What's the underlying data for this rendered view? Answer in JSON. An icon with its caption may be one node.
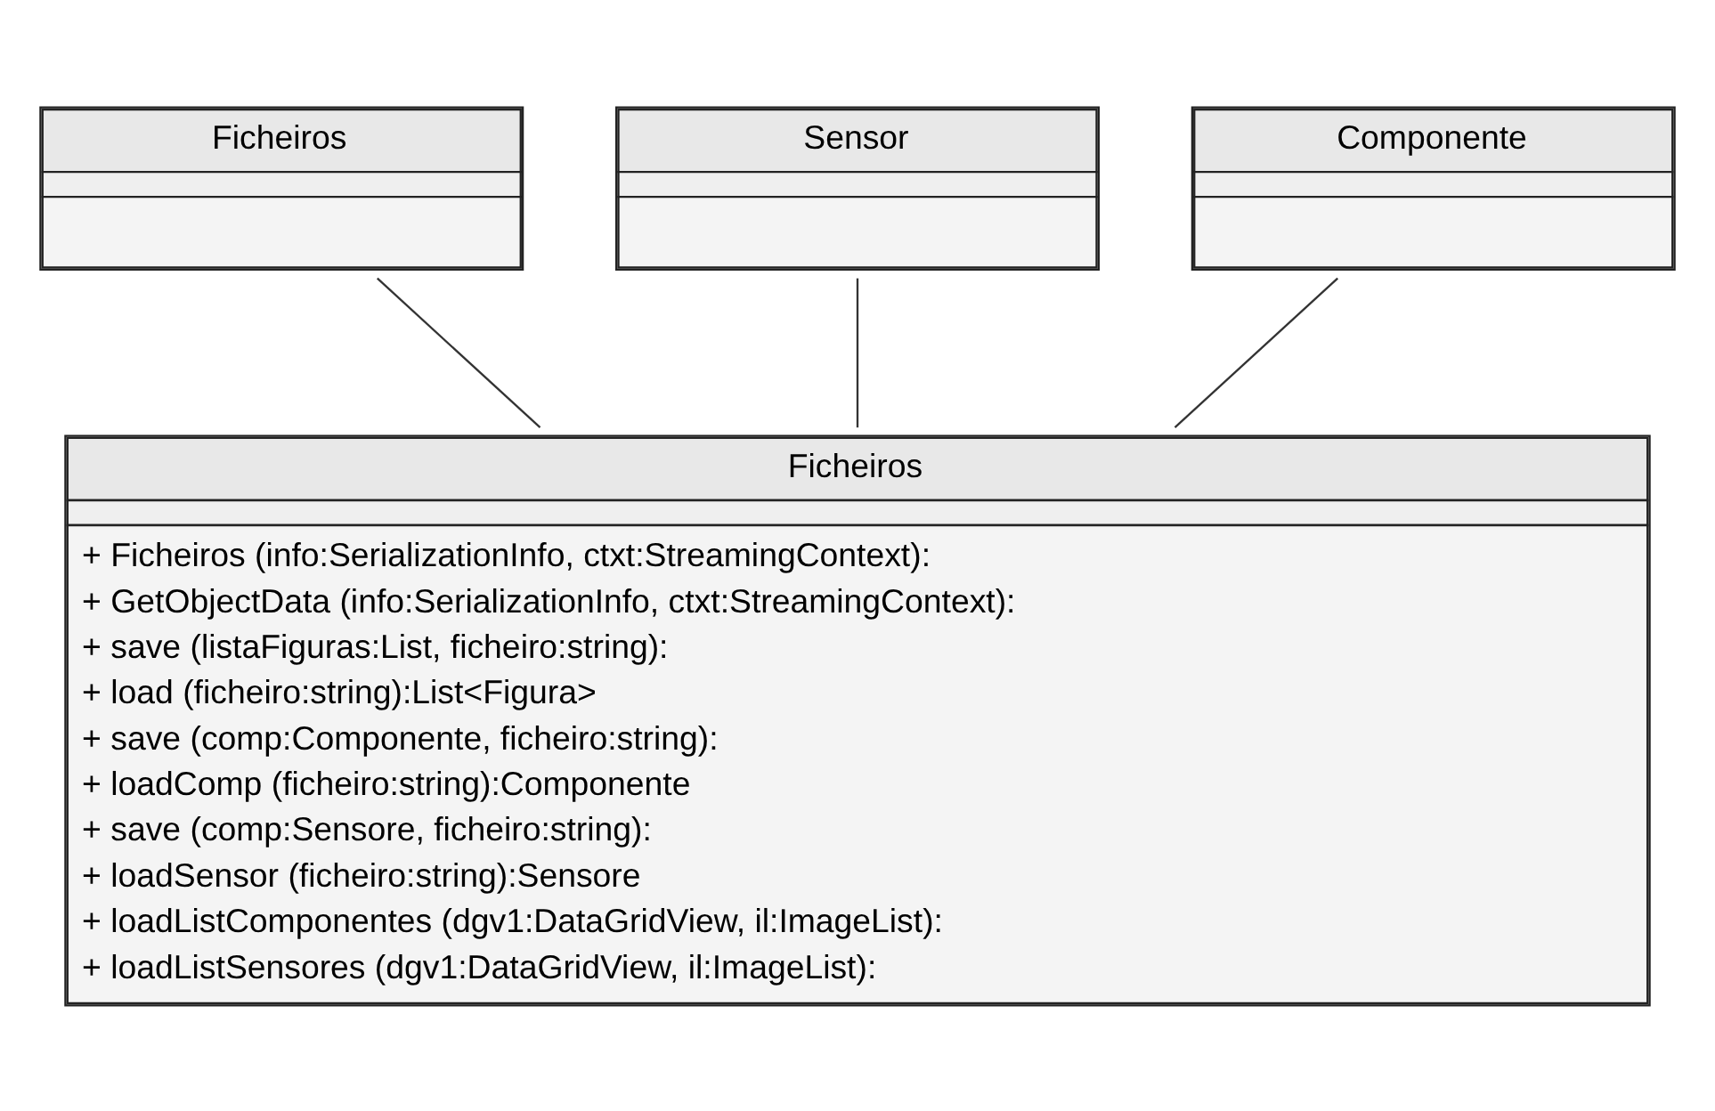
{
  "diagram": {
    "nodes": [
      {
        "text": [
          "Ficheiros"
        ]
      },
      {
        "text": [
          "Sensor"
        ]
      },
      {
        "text": [
          "Componente"
        ]
      },
      {
        "text": [
          "Ficheiros",
          "+ Ficheiros (info:SerializationInfo, ctxt:StreamingContext):",
          "+ GetObjectData (info:SerializationInfo, ctxt:StreamingContext):",
          "+ save (listaFiguras:List, ficheiro:string):",
          "+ load (ficheiro:string):List<Figura>",
          "+ save (comp:Componente, ficheiro:string):",
          "+ loadComp (ficheiro:string):Componente",
          "+ save (comp:Sensore, ficheiro:string):",
          "+ loadSensor (ficheiro:string):Sensore",
          "+ loadListComponentes (dgv1:DataGridView, il:ImageList):",
          "+ loadListSensores (dgv1:DataGridView, il:ImageList):"
        ]
      }
    ],
    "edges": [
      {
        "from": 0,
        "to": 3,
        "arrow": "none"
      },
      {
        "from": 1,
        "to": 3,
        "arrow": "none"
      },
      {
        "from": 2,
        "to": 3,
        "arrow": "none"
      }
    ]
  }
}
